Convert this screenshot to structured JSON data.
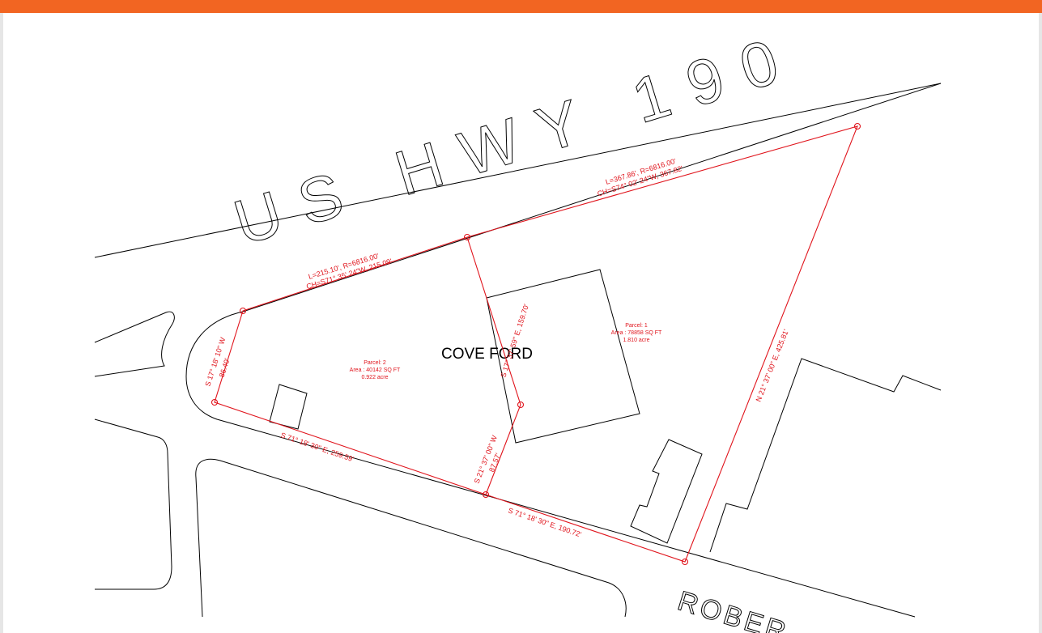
{
  "theme": {
    "accent": "#f26522",
    "plat_red": "#e0141c",
    "line": "#000000"
  },
  "road_labels": {
    "highway": "US HWY 190",
    "street": "ROBER"
  },
  "building_label": "COVE FORD",
  "parcels": [
    {
      "line1": "Parcel: 2",
      "line2": "Area : 40142 SQ FT",
      "line3": "0.922 acre"
    },
    {
      "line1": "Parcel: 1",
      "line2": "Area : 78858 SQ FT",
      "line3": "1.810 acre"
    }
  ],
  "curves": [
    {
      "l_r": "L=215.10', R=6816.00'",
      "chord": "CH=S71° 35' 24\"W, 215.09'"
    },
    {
      "l_r": "L=367.86', R=6816.00'",
      "chord": "CH=S74° 02' 24\"W, 367.82'"
    }
  ],
  "bearings": {
    "west_side": {
      "bearing": "S 17° 18' 10\" W",
      "distance": "86.40'"
    },
    "south_left": "S 71° 18' 30\" E, 259.59'",
    "south_right": "S 71° 18' 30\" E, 190.72'",
    "divider_upper": "S 17° 37' 59\" E, 159.70'",
    "divider_lower": {
      "bearing": "S 21° 37' 00\" W",
      "distance": "87.57'"
    },
    "east_side": "N 21° 37' 00\" E, 425.81'"
  }
}
